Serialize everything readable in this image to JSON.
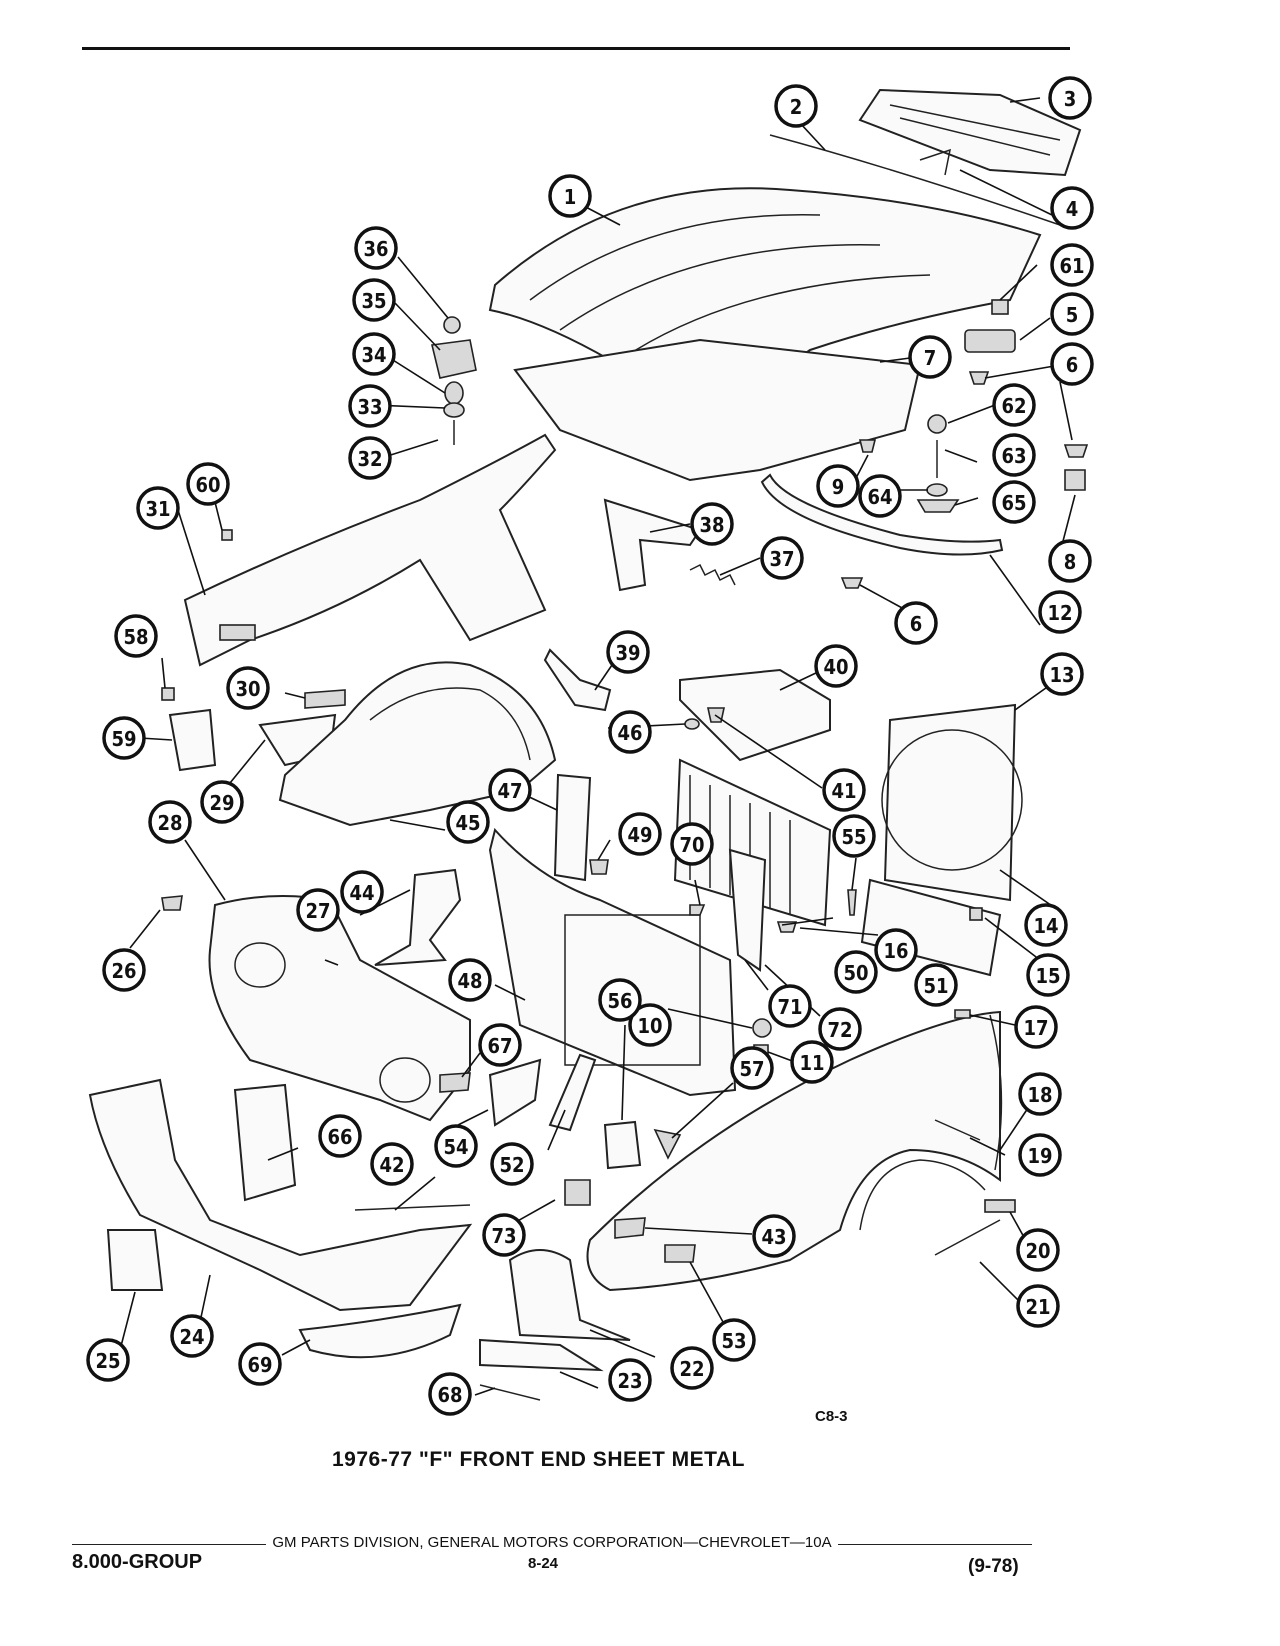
{
  "diagram": {
    "code": "C8-3",
    "title": "1976-77 \"F\" FRONT END SHEET METAL",
    "callout_labels": [
      "1",
      "2",
      "3",
      "4",
      "5",
      "6",
      "6",
      "7",
      "8",
      "9",
      "10",
      "11",
      "12",
      "13",
      "14",
      "15",
      "16",
      "17",
      "18",
      "19",
      "20",
      "21",
      "22",
      "23",
      "24",
      "25",
      "26",
      "27",
      "28",
      "29",
      "30",
      "31",
      "32",
      "33",
      "34",
      "35",
      "36",
      "37",
      "38",
      "39",
      "40",
      "41",
      "42",
      "43",
      "44",
      "45",
      "46",
      "47",
      "48",
      "49",
      "50",
      "51",
      "52",
      "53",
      "54",
      "55",
      "56",
      "57",
      "58",
      "59",
      "60",
      "61",
      "62",
      "63",
      "64",
      "65",
      "66",
      "67",
      "68",
      "69",
      "70",
      "71",
      "72",
      "73"
    ]
  },
  "footer": {
    "center": "GM PARTS DIVISION, GENERAL MOTORS CORPORATION—CHEVROLET—10A",
    "group": "8.000-GROUP",
    "page": "8-24",
    "date": "(9-78)"
  }
}
